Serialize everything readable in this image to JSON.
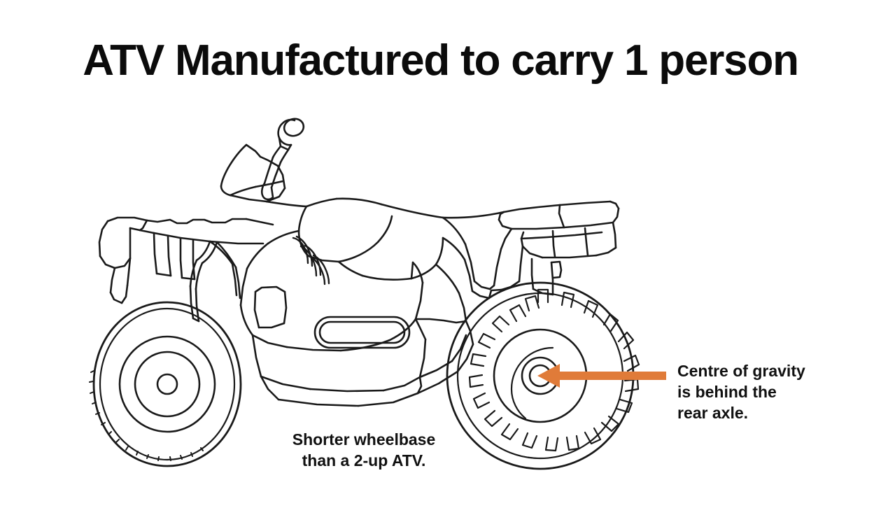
{
  "page": {
    "background_color": "#ffffff",
    "title": "ATV Manufactured to carry 1 person",
    "title_color": "#0b0b0b"
  },
  "illustration": {
    "name": "atv-line-drawing",
    "description": "Side view line drawing of a single-rider ATV quad bike facing left",
    "line_color": "#1a1a1a",
    "fill_color": "#ffffff",
    "parts": [
      "handlebar-grip",
      "handlebar-cowl",
      "front-rack",
      "front-fender",
      "seat",
      "side-panel-vents",
      "footwell",
      "rear-fender",
      "rear-rack",
      "front-wheel",
      "rear-wheel"
    ]
  },
  "annotations": {
    "cog": {
      "line1": "Centre of gravity",
      "line2": "is behind the",
      "line3": "rear axle.",
      "arrow_color": "#E07B39",
      "arrow_name": "cog-arrow",
      "arrow_points_to": "rear-wheel-hub"
    },
    "wheelbase": {
      "line1": "Shorter wheelbase",
      "line2": "than a 2-up ATV."
    }
  },
  "colors": {
    "accent_orange": "#E07B39",
    "ink_black": "#1a1a1a",
    "paper_white": "#ffffff"
  }
}
